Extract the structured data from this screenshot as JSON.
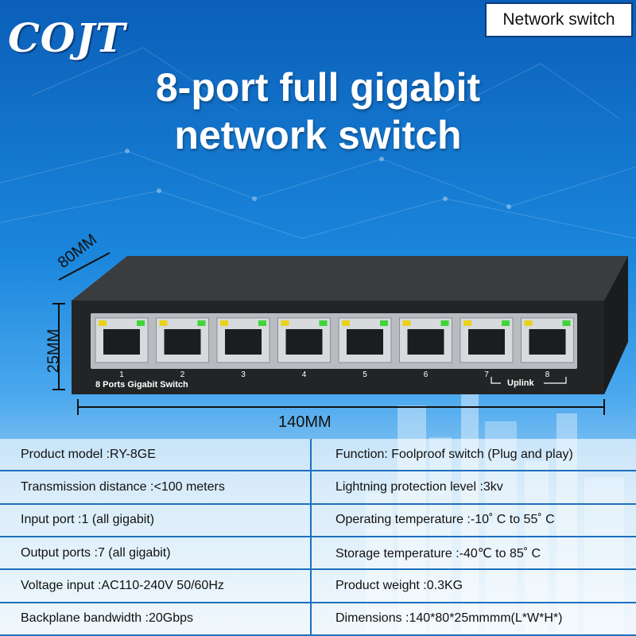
{
  "brand": {
    "logo_text": "COJT"
  },
  "tag": "Network switch",
  "headline": {
    "line1": "8-port full gigabit",
    "line2": "network switch"
  },
  "dimensions": {
    "width": "140MM",
    "height": "25MM",
    "depth": "80MM"
  },
  "device": {
    "label": "8 Ports Gigabit Switch",
    "uplink_label": "Uplink",
    "ports": [
      "1",
      "2",
      "3",
      "4",
      "5",
      "6",
      "7",
      "8"
    ]
  },
  "specs": {
    "left": [
      "Product model :RY-8GE",
      "Transmission distance :<100 meters",
      "Input port :1 (all gigabit)",
      "Output ports :7 (all gigabit)",
      "Voltage input :AC110-240V 50/60Hz",
      "Backplane bandwidth :20Gbps"
    ],
    "right": [
      "Function: Foolproof switch (Plug and play)",
      "Lightning protection level :3kv",
      "Operating temperature :-10˚ C to 55˚ C",
      "Storage temperature :-40℃ to 85˚ C",
      "Product weight :0.3KG",
      "Dimensions :140*80*25mmmm(L*W*H*)"
    ]
  },
  "colors": {
    "accent": "#1d6fbf",
    "led_yellow": "#e8d21a",
    "led_green": "#3fd43a"
  }
}
